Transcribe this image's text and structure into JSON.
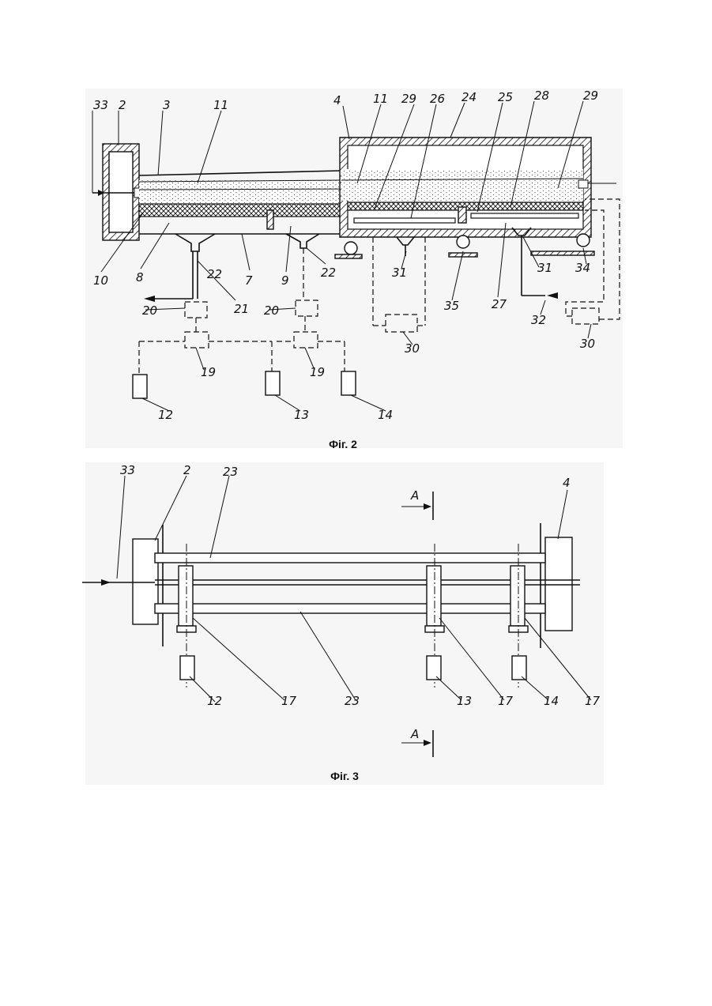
{
  "figures": [
    {
      "caption": "Фіг. 2",
      "labels": {
        "n33": "33",
        "n2": "2",
        "n3": "3",
        "n11a": "11",
        "n4": "4",
        "n11b": "11",
        "n29a": "29",
        "n26": "26",
        "n24": "24",
        "n25": "25",
        "n28": "28",
        "n29b": "29",
        "n10": "10",
        "n8": "8",
        "n22a": "22",
        "n21": "21",
        "n7": "7",
        "n9": "9",
        "n22b": "22",
        "n20a": "20",
        "n20b": "20",
        "n19a": "19",
        "n19b": "19",
        "n12": "12",
        "n13": "13",
        "n14": "14",
        "n31a": "31",
        "n35": "35",
        "n27": "27",
        "n31b": "31",
        "n34": "34",
        "n32": "32",
        "n30a": "30",
        "n30b": "30"
      }
    },
    {
      "caption": "Фіг. 3",
      "labels": {
        "n33": "33",
        "n2": "2",
        "n23a": "23",
        "nA1": "A",
        "n4": "4",
        "n12": "12",
        "n17a": "17",
        "n23b": "23",
        "n13": "13",
        "n17b": "17",
        "n14": "14",
        "n17c": "17",
        "nA2": "A"
      }
    }
  ]
}
